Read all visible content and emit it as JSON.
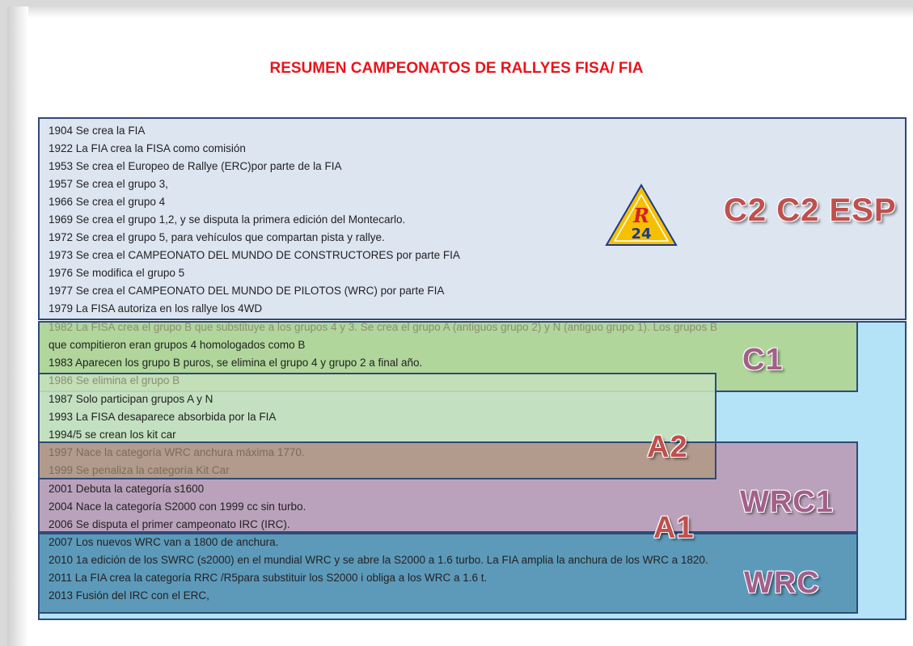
{
  "title": "RESUMEN CAMPEONATOS DE RALLYES FISA/ FIA",
  "main_entries": [
    "1904 Se crea la FIA",
    "1922 La FIA crea la FISA como comisión",
    "1953 Se crea el Europeo de Rallye (ERC)por parte de la FIA",
    "1957 Se crea el grupo 3,",
    "1966 Se crea el grupo 4",
    "1969 Se crea el grupo 1,2, y se disputa la primera edición del Montecarlo.",
    "1972 Se crea el grupo 5, para vehículos que compartan pista y rallye.",
    "1973 Se crea el CAMPEONATO DEL MUNDO DE CONSTRUCTORES por parte FIA",
    "1976 Se modifica el grupo 5",
    "1977 Se crea  el  CAMPEONATO DEL MUNDO DE PILOTOS (WRC) por parte FIA",
    "1979 La FISA autoriza en los rallye los 4WD"
  ],
  "c1_entries": [
    "1982 La FISA crea el grupo B que substituye a los grupos 4 y 3. Se crea el grupo A (antiguos grupo 2)  y N (antiguo grupo 1). Los grupos B",
    "que compitieron eran grupos 4 homologados como B",
    "1983 Aparecen los grupo B puros, se elimina el grupo 4 y grupo 2 a final año."
  ],
  "a2_entries": [
    "1986 Se elimina el grupo B",
    "1987 Solo participan grupos A y N",
    "1993 La FISA desaparece absorbida por la FIA",
    "1994/5 se crean los kit car"
  ],
  "overlap_entries": [
    "1997 Nace la categoría WRC anchura máxima 1770.",
    "1999 Se penaliza la categoría Kit Car"
  ],
  "wrc1_entries": [
    "2001 Debuta la categoría s1600",
    "2004 Nace la categoría S2000 con 1999 cc sin turbo.",
    "2006 Se disputa el primer campeonato IRC (IRC)."
  ],
  "wrc_entries": [
    "2007 Los nuevos WRC van a 1800 de anchura.",
    "2010 1a edición de los SWRC (s2000) en el mundial WRC y se abre la S2000 a 1.6 turbo. La FIA amplia la anchura de los WRC a 1820.",
    "2011 La FIA crea la categoría RRC /R5para substituir los S2000 i obliga a los WRC  a  1.6 t.",
    "2013 Fusión del IRC con el ERC,"
  ],
  "labels": {
    "c2": "C2 C2 ESP",
    "c1": "C1",
    "a2": "A2",
    "wrc1": "WRC1",
    "a1": "A1",
    "wrc": "WRC"
  },
  "logo": {
    "text": "R",
    "number": "24",
    "colors": {
      "triangle": "#f6c000",
      "outline": "#1b3a8c",
      "r": "#d61f26",
      "num": "#1b3a8c"
    }
  }
}
